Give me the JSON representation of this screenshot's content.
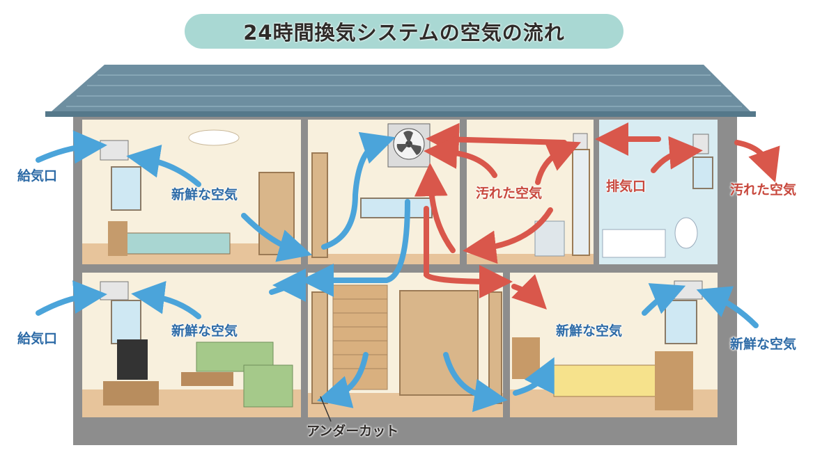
{
  "title": "24時間換気システムの空気の流れ",
  "labels": {
    "supply_top": "給気口",
    "supply_bottom": "給気口",
    "fresh_top_left": "新鮮な空気",
    "fresh_bottom_left": "新鮮な空気",
    "fresh_bottom_right": "新鮮な空気",
    "fresh_outside_right": "新鮮な空気",
    "dirty_inside": "汚れた空気",
    "dirty_outside": "汚れた空気",
    "exhaust": "排気口",
    "undercut": "アンダーカット"
  },
  "colors": {
    "fresh_air": "#4ba4da",
    "dirty_air": "#d9574b",
    "roof": "#6d8ea0",
    "title_bg": "#a9d8d3"
  }
}
